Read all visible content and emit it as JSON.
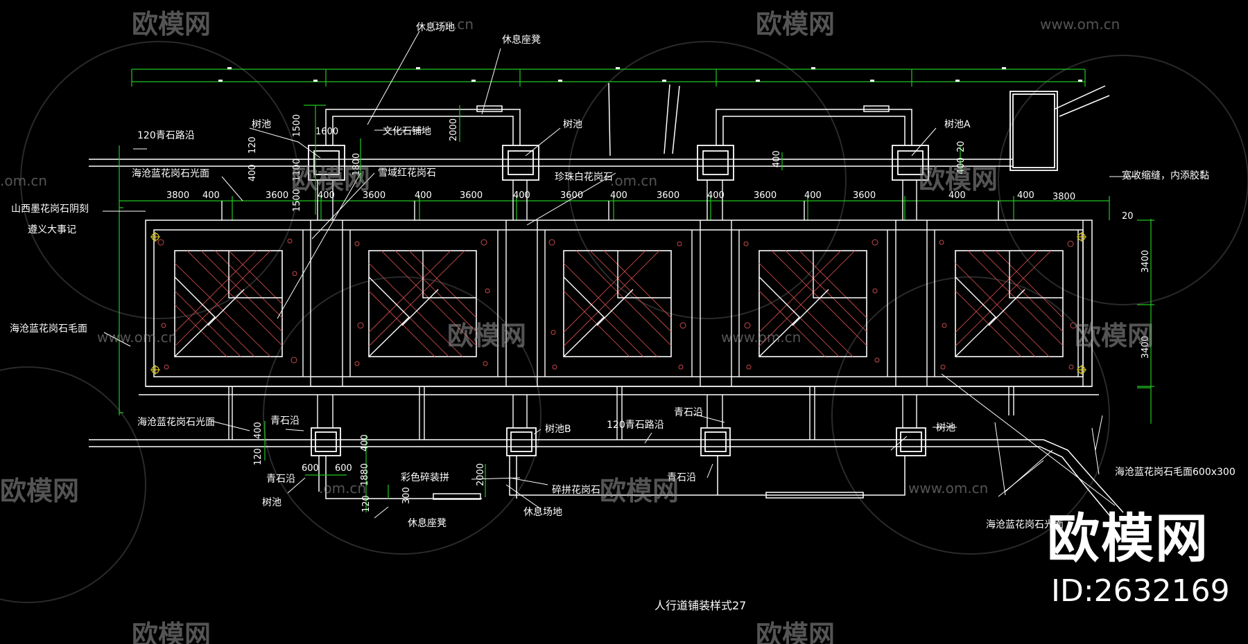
{
  "labels": {
    "rest_area_top": "休息场地",
    "rest_bench_top": "休息座凳",
    "curb_top": "120青石路沿",
    "tree_pit_1": "树池",
    "culture_paving": "文化石铺地",
    "tree_pit_2": "树池",
    "tree_pit_a": "树池A",
    "granite_polished_top": "海沧蓝花岗石光面",
    "red_granite": "雪域红花岗石",
    "pearl_granite": "珍珠白花岗石",
    "expansion_joint": "宽收缩缝，内添胶黏",
    "shanxi_granite": "山西墨花岗石阴刻",
    "zunyi_record": "遵义大事记",
    "granite_rough_left": "海沧蓝花岗石毛面",
    "granite_polished_bottom": "海沧蓝花岗石光面",
    "bluestone_1": "青石沿",
    "bluestone_2": "青石沿",
    "tree_pit_b": "树池B",
    "curb_bottom": "120青石路沿",
    "bluestone_3": "青石沿",
    "tree_pit_3": "树池",
    "colored_mosaic": "彩色碎装拼",
    "mosaic_granite": "碎拼花岗石",
    "bluestone_4": "青石沿",
    "tree_pit_4": "树池",
    "rest_bench_bottom": "休息座凳",
    "rest_area_bottom": "休息场地",
    "granite_rough_right": "海沧蓝花岗石毛面600x300",
    "granite_polished_right": "海沧蓝花岗石光面",
    "drawing_title": "人行道铺装样式27"
  },
  "dims": {
    "d_3800_l": "3800",
    "d_400_a": "400",
    "d_3600_a": "3600",
    "d_400_b": "400",
    "d_3600_b": "3600",
    "d_400_c": "400",
    "d_3600_c": "3600",
    "d_400_d": "400",
    "d_3600_d": "3600",
    "d_400_e": "400",
    "d_3600_e": "3600",
    "d_400_f": "400",
    "d_3600_f": "3600",
    "d_400_g": "400",
    "d_3600_g": "3600",
    "d_400_h": "400",
    "d_3800_r": "3800",
    "d_1600": "1600",
    "d_1500_top": "1500",
    "d_120_a": "120",
    "d_400_v1": "400",
    "d_1100": "1100",
    "d_1500_mid": "1500",
    "d_1800": "1800",
    "d_2000_top": "2000",
    "d_400_v2": "400",
    "d_20_a": "20",
    "d_400_v3": "400",
    "d_20_r": "20",
    "d_3400_a": "3400",
    "d_3400_b": "3400",
    "d_400_v4": "400",
    "d_120_b": "120",
    "d_600_a": "600",
    "d_600_b": "600",
    "d_400_v5": "400",
    "d_1880": "1880",
    "d_2000_bot": "2000",
    "d_300": "300",
    "d_120_c": "120"
  },
  "watermarks": {
    "brand_text": "欧模网",
    "site_url": "www.om.cn",
    "site_url_short": ".om.cn"
  },
  "brand": {
    "logo_text": "欧模网",
    "id_text": "ID:2632169"
  },
  "colors": {
    "background": "#000000",
    "line_white": "#ffffff",
    "dimension_green": "#21c821",
    "hatch_red": "#c94a4a",
    "watermark_gray": "#8a8a8a"
  }
}
